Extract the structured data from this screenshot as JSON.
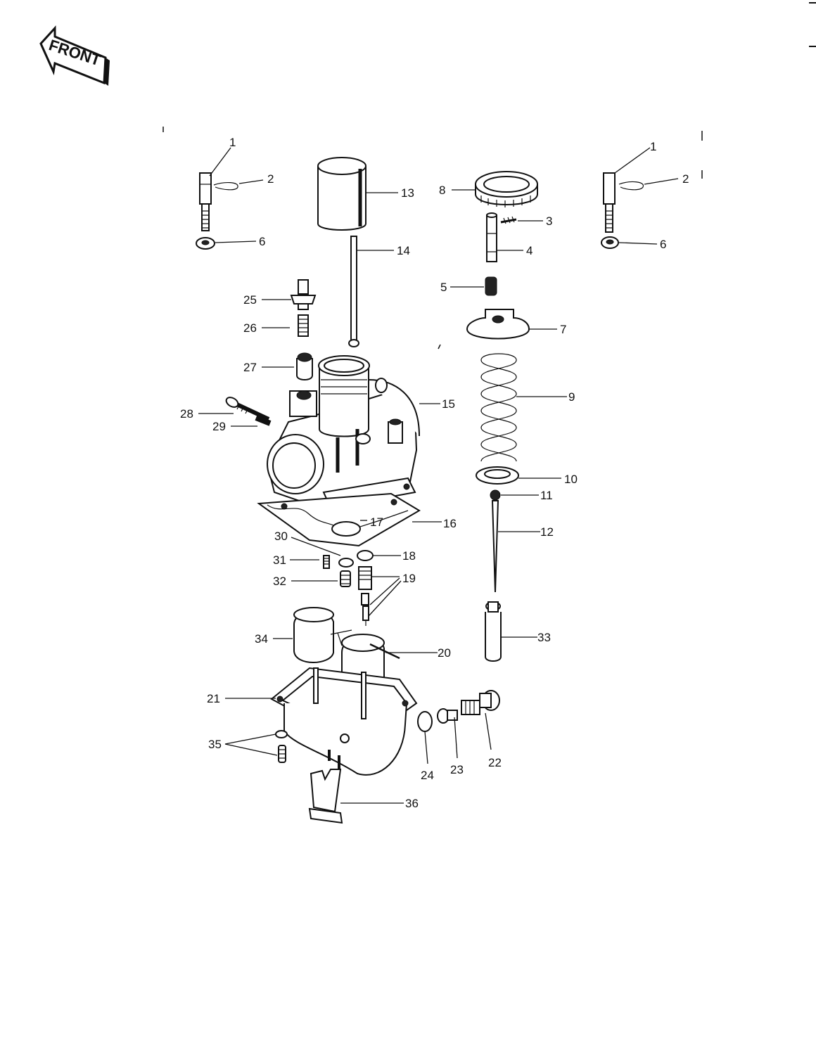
{
  "front_badge": "FRONT",
  "callouts": {
    "c1a": "1",
    "c2a": "2",
    "c6a": "6",
    "c1b": "1",
    "c2b": "2",
    "c6b": "6",
    "c3": "3",
    "c4": "4",
    "c5": "5",
    "c7": "7",
    "c8": "8",
    "c9": "9",
    "c10": "10",
    "c11": "11",
    "c12": "12",
    "c13": "13",
    "c14": "14",
    "c15": "15",
    "c16": "16",
    "c17": "17",
    "c18": "18",
    "c19": "19",
    "c20": "20",
    "c21": "21",
    "c22": "22",
    "c23": "23",
    "c24": "24",
    "c25": "25",
    "c26": "26",
    "c27": "27",
    "c28": "28",
    "c29": "29",
    "c30": "30",
    "c31": "31",
    "c32": "32",
    "c33": "33",
    "c34": "34",
    "c35": "35",
    "c36": "36"
  }
}
